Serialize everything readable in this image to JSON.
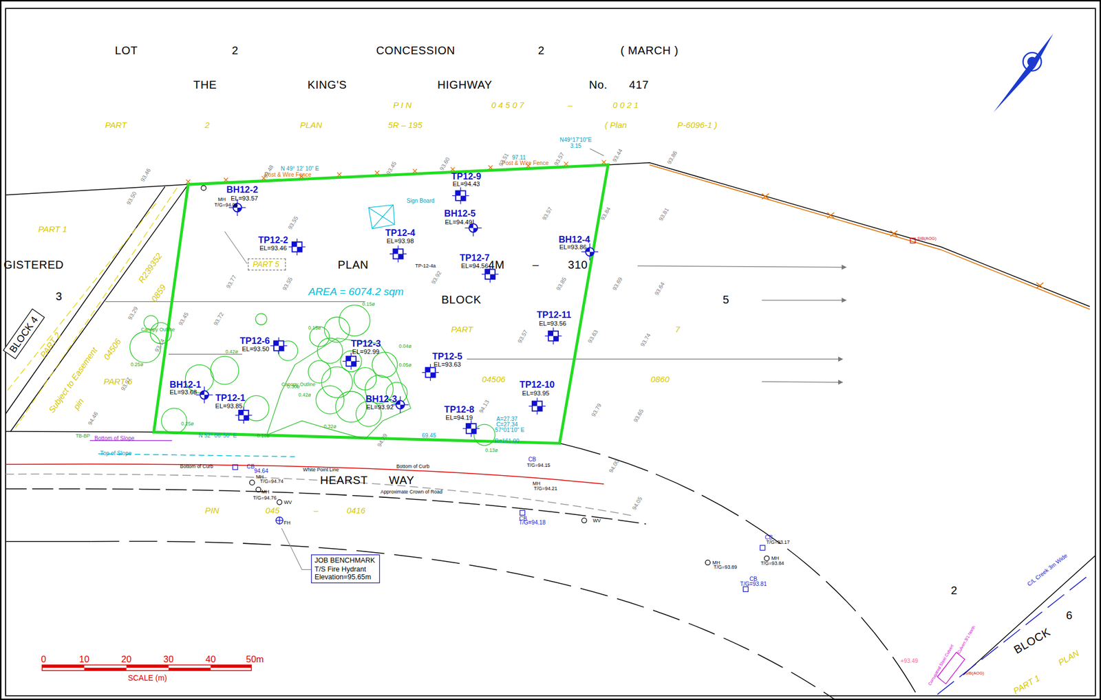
{
  "diagram": {
    "nodes": [
      {
        "text": [
          "BLOCK 4"
        ]
      },
      {
        "text": [
          "PART 5"
        ]
      },
      {
        "text": [
          "JOB BENCHMARK",
          "T/S Fire Hydrant",
          "Elevation=95.65m"
        ]
      }
    ],
    "labels": [
      "LOT",
      "2",
      "CONCESSION",
      "2",
      "( MARCH )",
      "THE",
      "KING'S",
      "HIGHWAY",
      "No.",
      "417",
      "P I N",
      "0 4 5 0 7",
      "–",
      "0 0 2 1",
      "PART",
      "2",
      "PLAN",
      "5R – 195",
      "( Plan",
      "P-6096-1 )",
      "PART 1",
      "GISTERED",
      "PLAN",
      "4M",
      "–",
      "310",
      "3",
      "BLOCK",
      "5",
      "AREA = 6074.2 sqm",
      "PART",
      "7",
      "04506",
      "0860",
      "PART 6",
      "HEARST",
      "WAY",
      "PIN",
      "045",
      "–",
      "0416",
      "2",
      "6",
      "BLOCK",
      "PLAN",
      "PART 1",
      "BH12-2",
      "EL=93.57",
      "TP12-2",
      "EL=93.46",
      "TP12-4",
      "EL=93.98",
      "TP12-9",
      "EL=94.43",
      "BH12-5",
      "EL=94.49",
      "TP12-7",
      "EL=94.56",
      "BH12-4",
      "EL=93.86",
      "TP12-11",
      "EL=93.56",
      "TP12-6",
      "EL=93.50",
      "TP12-3",
      "EL=92.99",
      "TP12-5",
      "EL=93.63",
      "BH12-1",
      "EL=93.68",
      "TP12-1",
      "EL=93.85",
      "BH12-3",
      "EL=93.92",
      "TP12-10",
      "EL=93.95",
      "TP12-8",
      "EL=94.19",
      "TP-12-4a",
      "Sign Board",
      "MH",
      "T/G=94.06",
      "N 49° 12' 10\" E",
      "Post & Wire Fence",
      "Post & Wire Fence",
      "97.11",
      "N49°17'10\"E",
      "3.15",
      "N 52° 06' 50\" E",
      "69.45",
      "A=27.37",
      "C=27.34",
      "57°01'10\" E",
      "R=161.00",
      "Bottom of Slope",
      "Top of Slope",
      "Bottom of Curb",
      "Bottom of Curb",
      "White Point Line",
      "Approximate Crown of Road",
      "Canopy Outline",
      "Canopy Outline",
      "TB-BP",
      "CB",
      "94.64",
      "MH",
      "T/G=94.74",
      "MH",
      "T/G=94.76",
      "WV",
      "FH",
      "CB",
      "T/G=94.15",
      "MH",
      "T/G=94.21",
      "CB",
      "T/G=94.18",
      "WV",
      "MH",
      "T/G=93.89",
      "CB",
      "T/G=93.17",
      "MH",
      "T/G=93.84",
      "CB",
      "T/G=93.81",
      "SIB(AOG)",
      "SIB(AOG)",
      "Culvert 3/1 North",
      "Corrugated Steel Culvert",
      "C/L Creek 3m Wide",
      "+93.49",
      "0",
      "10",
      "20",
      "30",
      "40",
      "50m",
      "SCALE (m)",
      "PART 2",
      "Subject to Easement",
      "pin",
      "04506",
      "R239352",
      "0859",
      "0.15ø",
      "0.15ø",
      "0.42ø",
      "0.25ø",
      "0.30ø",
      "0.42ø",
      "0.25ø",
      "0.10ø",
      "0.13ø",
      "0.04ø",
      "0.05ø",
      "0.32ø",
      "93.46",
      "93.50",
      "93.48",
      "93.55",
      "93.45",
      "93.60",
      "93.51",
      "93.57",
      "93.44",
      "93.86",
      "93.81",
      "93.57",
      "93.84",
      "93.77",
      "93.92",
      "93.85",
      "93.69",
      "93.64",
      "93.72",
      "93.45",
      "93.57",
      "93.63",
      "93.74",
      "93.79",
      "93.65",
      "94.13",
      "94.46",
      "94.29",
      "94.05",
      "94.00",
      "93.55",
      "93.97",
      "93.14",
      "93.29"
    ]
  }
}
